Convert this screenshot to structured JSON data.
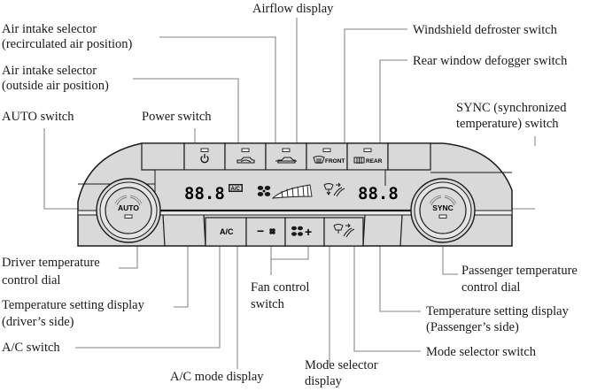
{
  "colors": {
    "panel_fill": "#d9d9d9",
    "panel_stroke": "#1a1a1a",
    "leader_line": "#9a9a9a",
    "text": "#1a1a1a"
  },
  "labels": {
    "airflow_display": "Airflow display",
    "air_intake_recirc_line1": "Air intake selector",
    "air_intake_recirc_line2": "(recirculated air position)",
    "air_intake_outside_line1": "Air intake selector",
    "air_intake_outside_line2": "(outside air position)",
    "auto_switch": "AUTO switch",
    "power_switch": "Power switch",
    "windshield_defroster": "Windshield defroster switch",
    "rear_defogger": "Rear window defogger switch",
    "sync_line1": "SYNC (synchronized",
    "sync_line2": "temperature) switch",
    "driver_dial_line1": "Driver temperature",
    "driver_dial_line2": "control dial",
    "temp_driver_line1": "Temperature setting display",
    "temp_driver_line2": "(driver’s side)",
    "ac_switch": "A/C switch",
    "ac_mode_display": "A/C mode display",
    "fan_control_line1": "Fan control",
    "fan_control_line2": "switch",
    "mode_selector_display_line1": "Mode selector",
    "mode_selector_display_line2": "display",
    "passenger_dial_line1": "Passenger temperature",
    "passenger_dial_line2": "control dial",
    "temp_passenger_line1": "Temperature setting display",
    "temp_passenger_line2": "(Passenger’s side)",
    "mode_selector_switch": "Mode selector switch"
  },
  "panel": {
    "auto_button_text": "AUTO",
    "sync_button_text": "SYNC",
    "front_label": "FRONT",
    "rear_label": "REAR",
    "ac_button_text": "A/C",
    "ac_indicator_text": "A/C",
    "driver_temp": "88.8",
    "passenger_temp": "88.8",
    "fan_minus": "−",
    "fan_plus": "+",
    "icons": {
      "power": "power-icon",
      "recirc": "recirculated-air-icon",
      "outside": "outside-air-icon",
      "front_defrost": "windshield-defroster-icon",
      "rear_defog": "rear-defogger-icon",
      "fan": "fan-icon",
      "mode": "mode-airflow-icon"
    }
  }
}
